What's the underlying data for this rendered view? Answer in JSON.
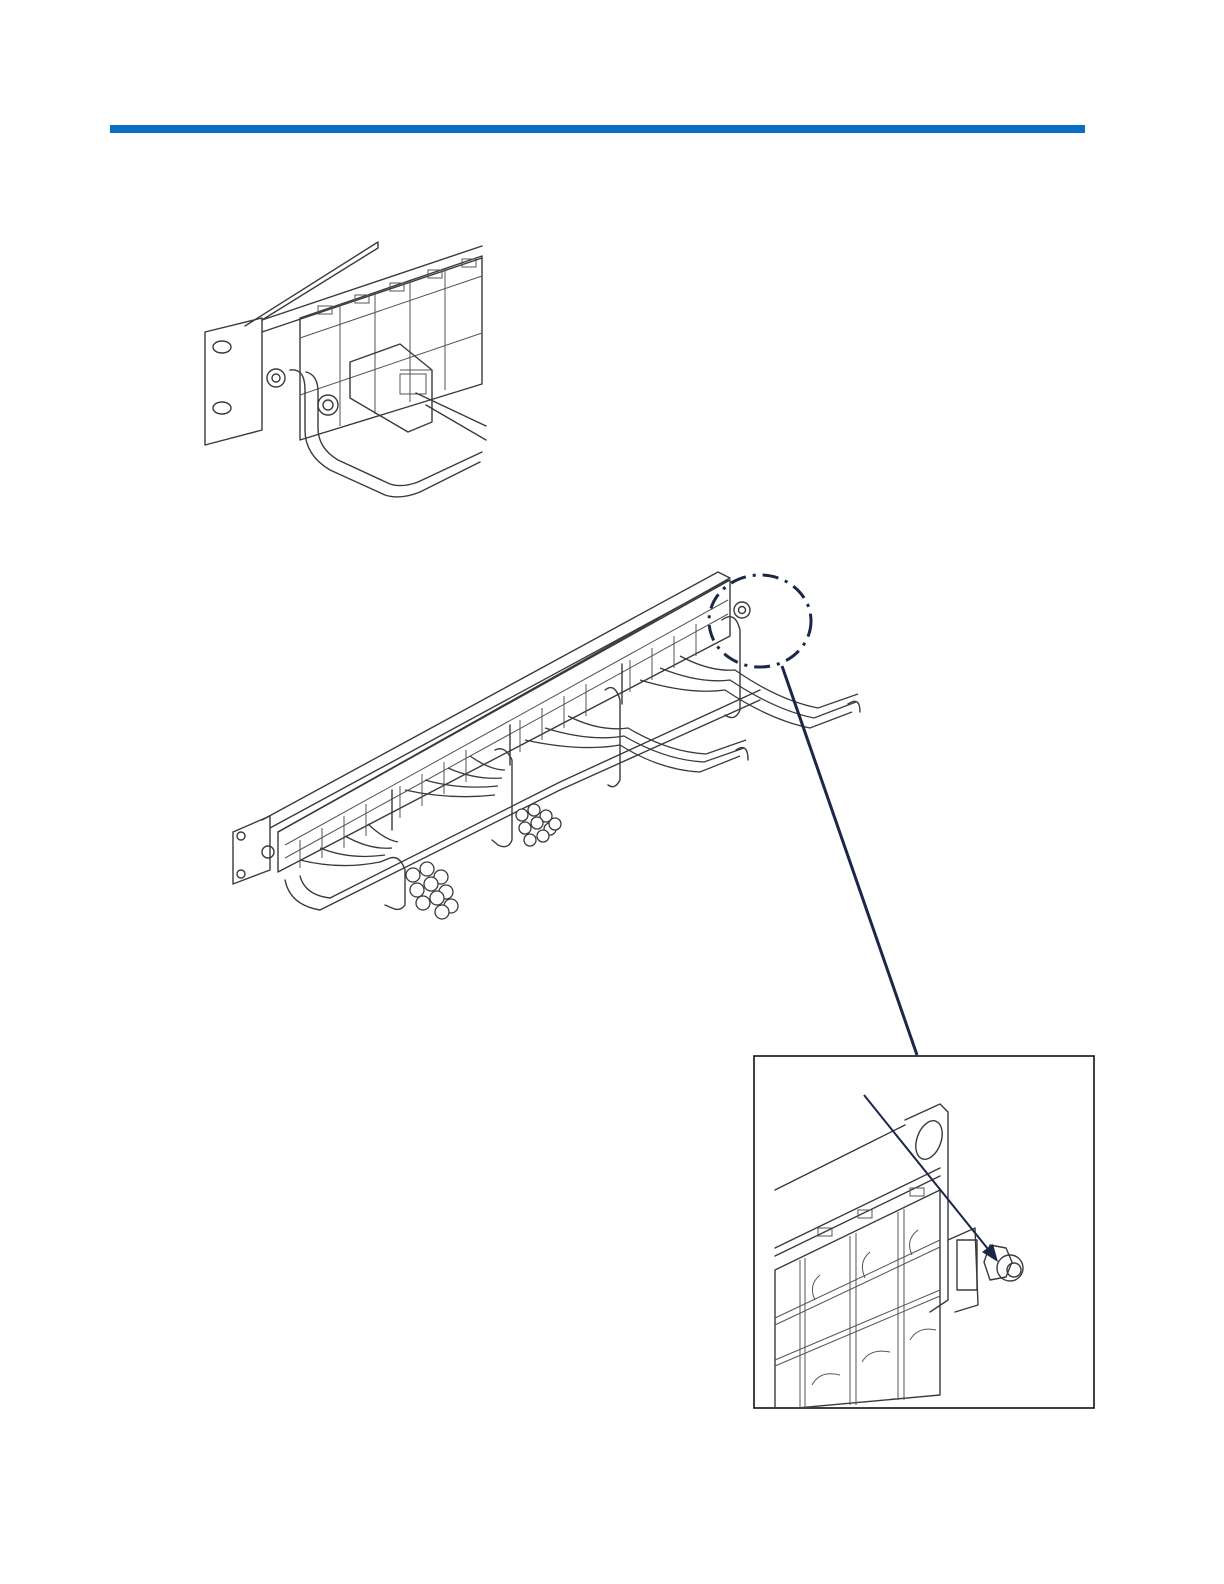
{
  "page": {
    "accent_color": "#0a6fc2",
    "callout_color": "#1a2747"
  },
  "figures": {
    "top_detail": {
      "icon": "patch-panel-bracket-illustration"
    },
    "main_view": {
      "icon": "patch-panel-cable-manager-illustration"
    },
    "zoom_inset": {
      "icon": "grounding-screw-detail-illustration"
    }
  }
}
